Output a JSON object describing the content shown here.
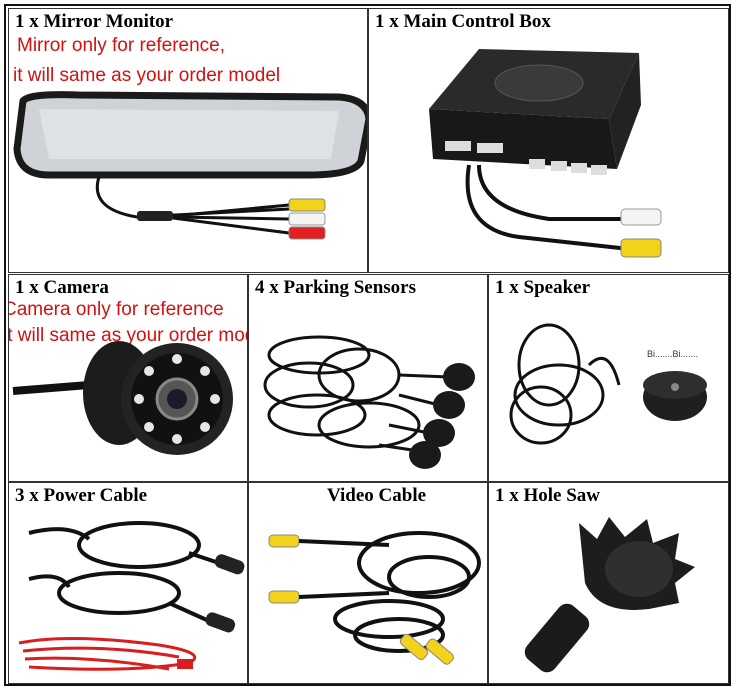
{
  "panels": {
    "mirror": {
      "title": "1 x Mirror Monitor",
      "note_line1": "Mirror only for reference,",
      "note_line2": "it will same as your order model"
    },
    "control_box": {
      "title": "1 x Main Control Box"
    },
    "camera": {
      "title": "1 x Camera",
      "note_line1": "Camera only for reference",
      "note_line2": "it will same as your order model"
    },
    "sensors": {
      "title": "4 x Parking Sensors"
    },
    "speaker": {
      "title": "1 x Speaker",
      "sound_label": "Bi.......Bi......."
    },
    "power": {
      "title": "3 x Power Cable"
    },
    "video": {
      "title": "Video Cable"
    },
    "holesaw": {
      "title": "1 x Hole Saw"
    }
  },
  "colors": {
    "note_red": "#d11111",
    "rca_yellow": "#f2d21b",
    "rca_white": "#f4f4f4",
    "rca_red": "#e02020",
    "cable_black": "#111111",
    "power_red": "#d81e1e"
  }
}
